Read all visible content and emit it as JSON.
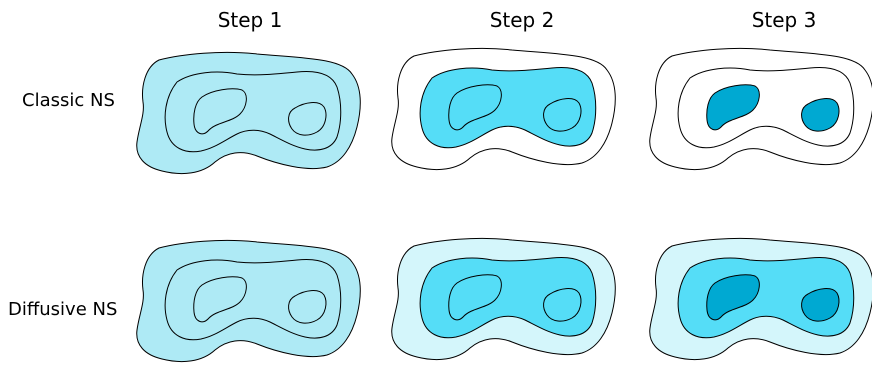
{
  "columns": [
    "Step 1",
    "Step 2",
    "Step 3"
  ],
  "rows": [
    "Classic NS",
    "Diffusive NS"
  ],
  "colors": {
    "level1": "#aeeaf5",
    "level2": "#55ddf7",
    "level3": "#00a9d2",
    "diffuse_outer": "#d4f6fb",
    "diffuse_mid": "#aeeaf5",
    "empty": "#ffffff"
  }
}
